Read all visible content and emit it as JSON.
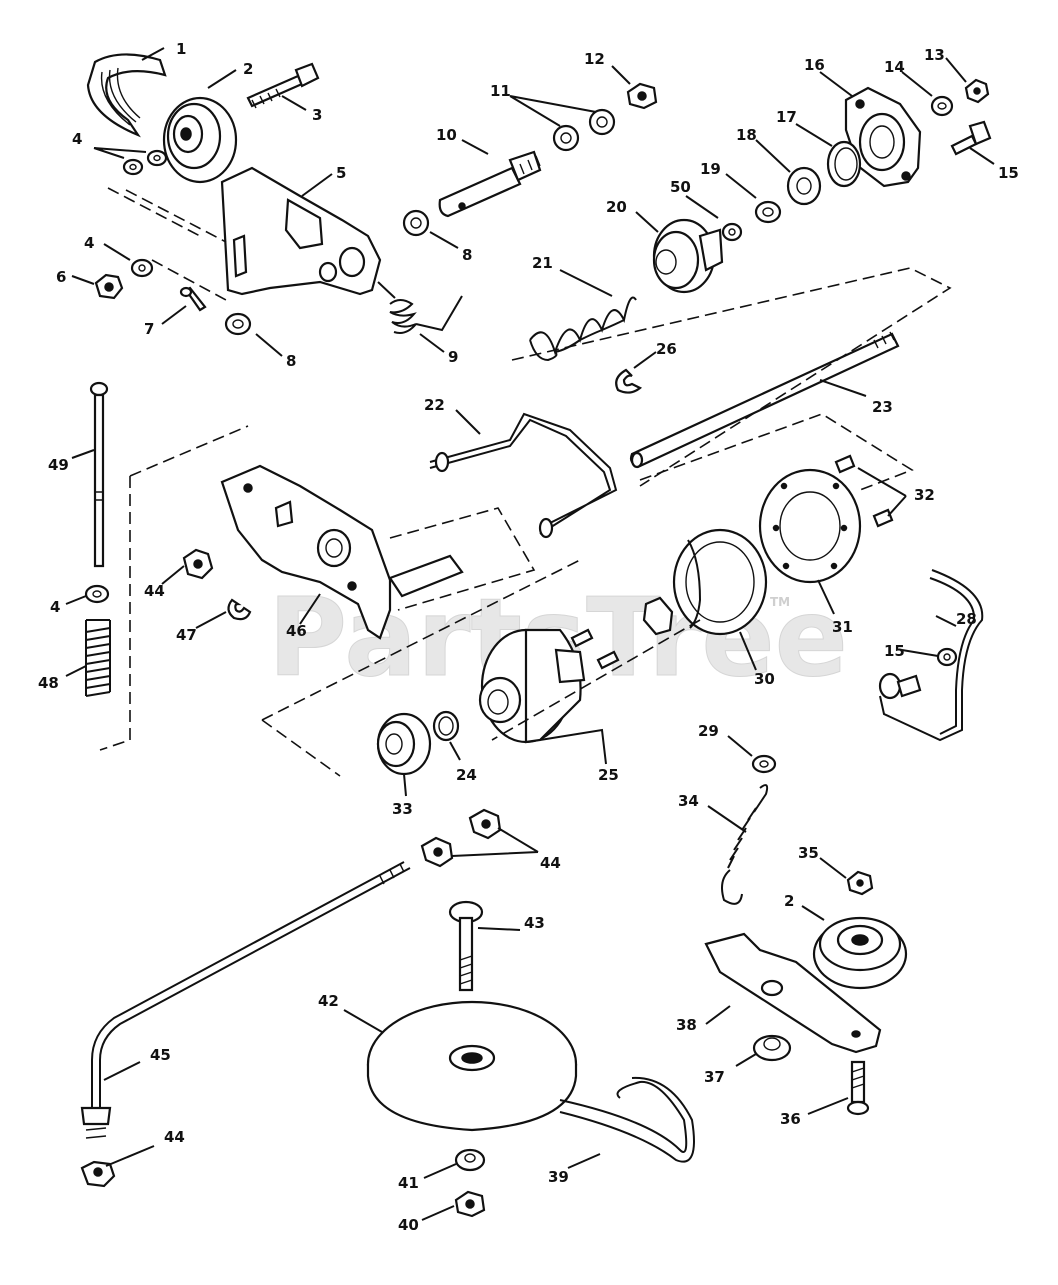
{
  "watermark": {
    "text": "PartsTree",
    "trademark": "TM"
  },
  "callouts": [
    {
      "id": "c1",
      "label": "1"
    },
    {
      "id": "c2a",
      "label": "2"
    },
    {
      "id": "c3",
      "label": "3"
    },
    {
      "id": "c4a",
      "label": "4"
    },
    {
      "id": "c5",
      "label": "5"
    },
    {
      "id": "c4b",
      "label": "4"
    },
    {
      "id": "c6",
      "label": "6"
    },
    {
      "id": "c7",
      "label": "7"
    },
    {
      "id": "c8a",
      "label": "8"
    },
    {
      "id": "c8b",
      "label": "8"
    },
    {
      "id": "c9",
      "label": "9"
    },
    {
      "id": "c10",
      "label": "10"
    },
    {
      "id": "c11",
      "label": "11"
    },
    {
      "id": "c12",
      "label": "12"
    },
    {
      "id": "c13",
      "label": "13"
    },
    {
      "id": "c14",
      "label": "14"
    },
    {
      "id": "c15a",
      "label": "15"
    },
    {
      "id": "c16",
      "label": "16"
    },
    {
      "id": "c17",
      "label": "17"
    },
    {
      "id": "c18",
      "label": "18"
    },
    {
      "id": "c19",
      "label": "19"
    },
    {
      "id": "c50",
      "label": "50"
    },
    {
      "id": "c20",
      "label": "20"
    },
    {
      "id": "c21",
      "label": "21"
    },
    {
      "id": "c26",
      "label": "26"
    },
    {
      "id": "c23",
      "label": "23"
    },
    {
      "id": "c22",
      "label": "22"
    },
    {
      "id": "c49",
      "label": "49"
    },
    {
      "id": "c32",
      "label": "32"
    },
    {
      "id": "c44a",
      "label": "44"
    },
    {
      "id": "c4c",
      "label": "4"
    },
    {
      "id": "c47",
      "label": "47"
    },
    {
      "id": "c46",
      "label": "46"
    },
    {
      "id": "c48",
      "label": "48"
    },
    {
      "id": "c31",
      "label": "31"
    },
    {
      "id": "c28",
      "label": "28"
    },
    {
      "id": "c15b",
      "label": "15"
    },
    {
      "id": "c30",
      "label": "30"
    },
    {
      "id": "c29",
      "label": "29"
    },
    {
      "id": "c24",
      "label": "24"
    },
    {
      "id": "c25",
      "label": "25"
    },
    {
      "id": "c33",
      "label": "33"
    },
    {
      "id": "c34",
      "label": "34"
    },
    {
      "id": "c44b",
      "label": "44"
    },
    {
      "id": "c35",
      "label": "35"
    },
    {
      "id": "c43",
      "label": "43"
    },
    {
      "id": "c2b",
      "label": "2"
    },
    {
      "id": "c42",
      "label": "42"
    },
    {
      "id": "c45",
      "label": "45"
    },
    {
      "id": "c38",
      "label": "38"
    },
    {
      "id": "c37",
      "label": "37"
    },
    {
      "id": "c36",
      "label": "36"
    },
    {
      "id": "c44c",
      "label": "44"
    },
    {
      "id": "c41",
      "label": "41"
    },
    {
      "id": "c39",
      "label": "39"
    },
    {
      "id": "c40",
      "label": "40"
    }
  ]
}
